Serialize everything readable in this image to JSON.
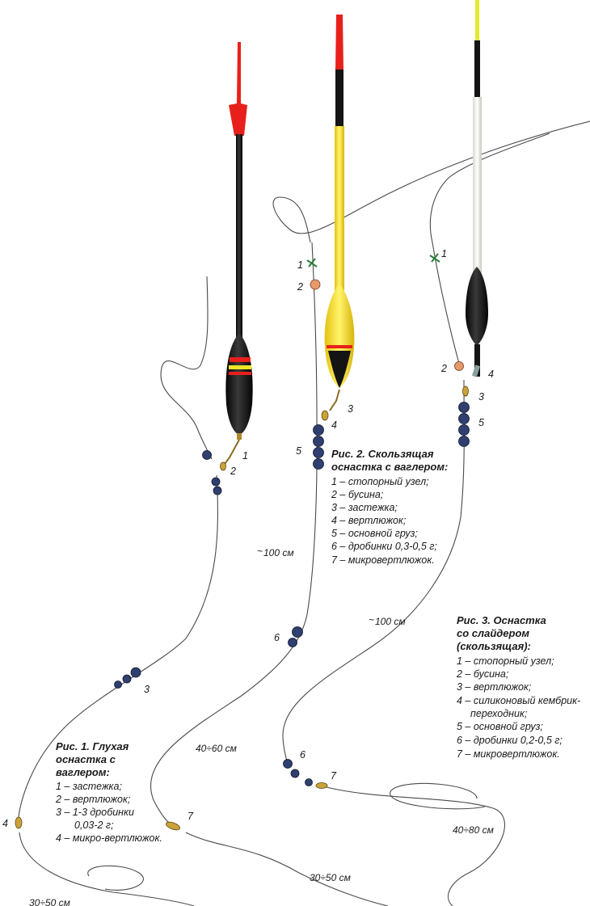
{
  "fig1": {
    "title_lines": [
      "Рис. 1. Глухая",
      "оснастка с",
      "ваглером:"
    ],
    "items": [
      "1 – застежка;",
      "2 – вертлюжок;",
      "3 – 1-3 дробинки",
      "0,03-2 г;",
      "4 – микро-вертлюжок."
    ],
    "callouts": {
      "n1": "1",
      "n2": "2",
      "n3": "3",
      "n4": "4"
    },
    "distance": "30÷50 см"
  },
  "fig2": {
    "title_lines": [
      "Рис. 2. Скользящая",
      "оснастка с ваглером:"
    ],
    "items": [
      "1 – стопорный узел;",
      "2 – бусина;",
      "3 – застежка;",
      "4 – вертлюжок;",
      "5 – основной груз;",
      "6 – дробинки 0,3-0,5 г;",
      "7 – микровертлюжок."
    ],
    "callouts": {
      "n1": "1",
      "n2": "2",
      "n3": "3",
      "n4": "4",
      "n5": "5",
      "n6": "6",
      "n7": "7"
    },
    "distances": {
      "main": "100 см",
      "middle": "40÷60 см",
      "lower": "30÷50 см"
    }
  },
  "fig3": {
    "title_lines": [
      "Рис. 3. Оснастка",
      "со слайдером",
      "(скользящая):"
    ],
    "items": [
      "1 – стопорный узел;",
      "2 – бусина;",
      "3 – вертлюжок;",
      "4 – силиконовый кембрик-",
      "переходник;",
      "5 – основной груз;",
      "6 – дробинки 0,2-0,5 г;",
      "7 – микровертлюжок."
    ],
    "callouts": {
      "n1": "1",
      "n2": "2",
      "n3": "3",
      "n4": "4",
      "n5": "5",
      "n6": "6",
      "n7": "7"
    },
    "distances": {
      "main": "100 см",
      "lower": "40÷80 см"
    }
  },
  "colors": {
    "line": "#4a4a4a",
    "shot": "#2f3f6f",
    "tip_red": "#e8201c",
    "waggler_yellow": "#f3e626",
    "float_black": "#141414"
  }
}
